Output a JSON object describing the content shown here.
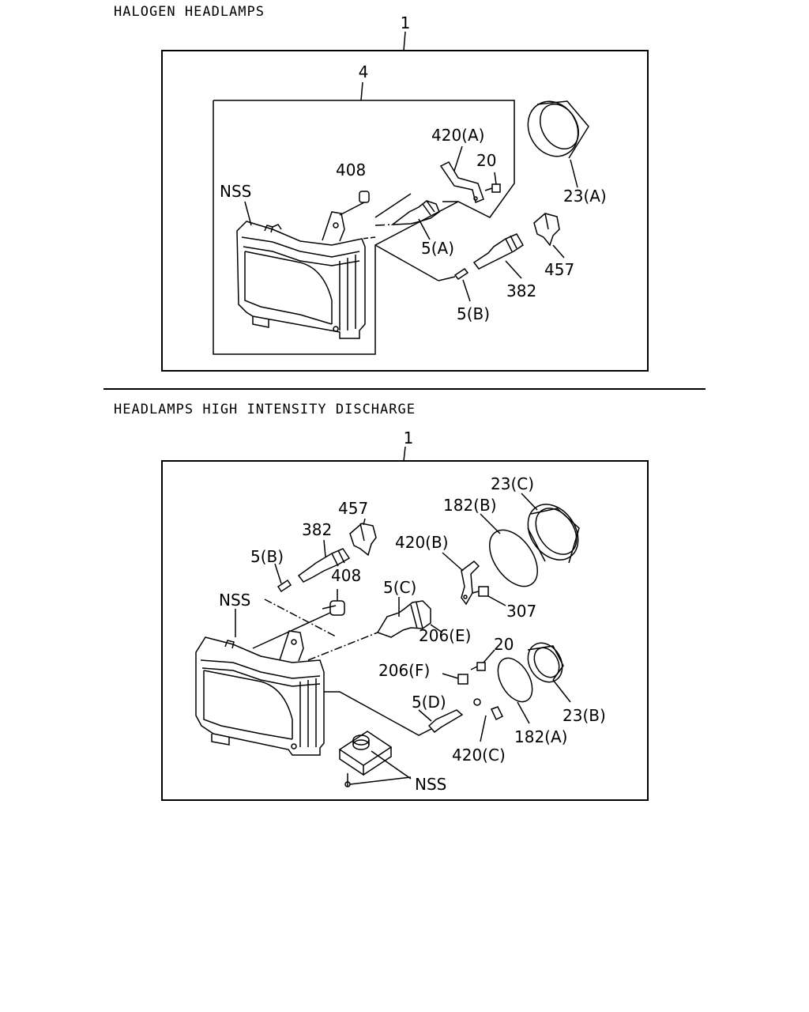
{
  "halogen": {
    "title": "HALOGEN HEADLAMPS",
    "assembly_no": "1",
    "subassembly_no": "4",
    "parts": {
      "nss": "NSS",
      "p408": "408",
      "p420a": "420(A)",
      "p20": "20",
      "p23a": "23(A)",
      "p5a": "5(A)",
      "p457": "457",
      "p382": "382",
      "p5b": "5(B)"
    }
  },
  "hid": {
    "title": "HEADLAMPS HIGH INTENSITY DISCHARGE",
    "assembly_no": "1",
    "parts": {
      "p23c": "23(C)",
      "p182b": "182(B)",
      "p457": "457",
      "p382": "382",
      "p420b": "420(B)",
      "p5b": "5(B)",
      "p408": "408",
      "p5c": "5(C)",
      "nss_top": "NSS",
      "p307": "307",
      "p206e": "206(E)",
      "p20": "20",
      "p206f": "206(F)",
      "p5d": "5(D)",
      "p23b": "23(B)",
      "p182a": "182(A)",
      "p420c": "420(C)",
      "nss_bottom": "NSS"
    }
  }
}
